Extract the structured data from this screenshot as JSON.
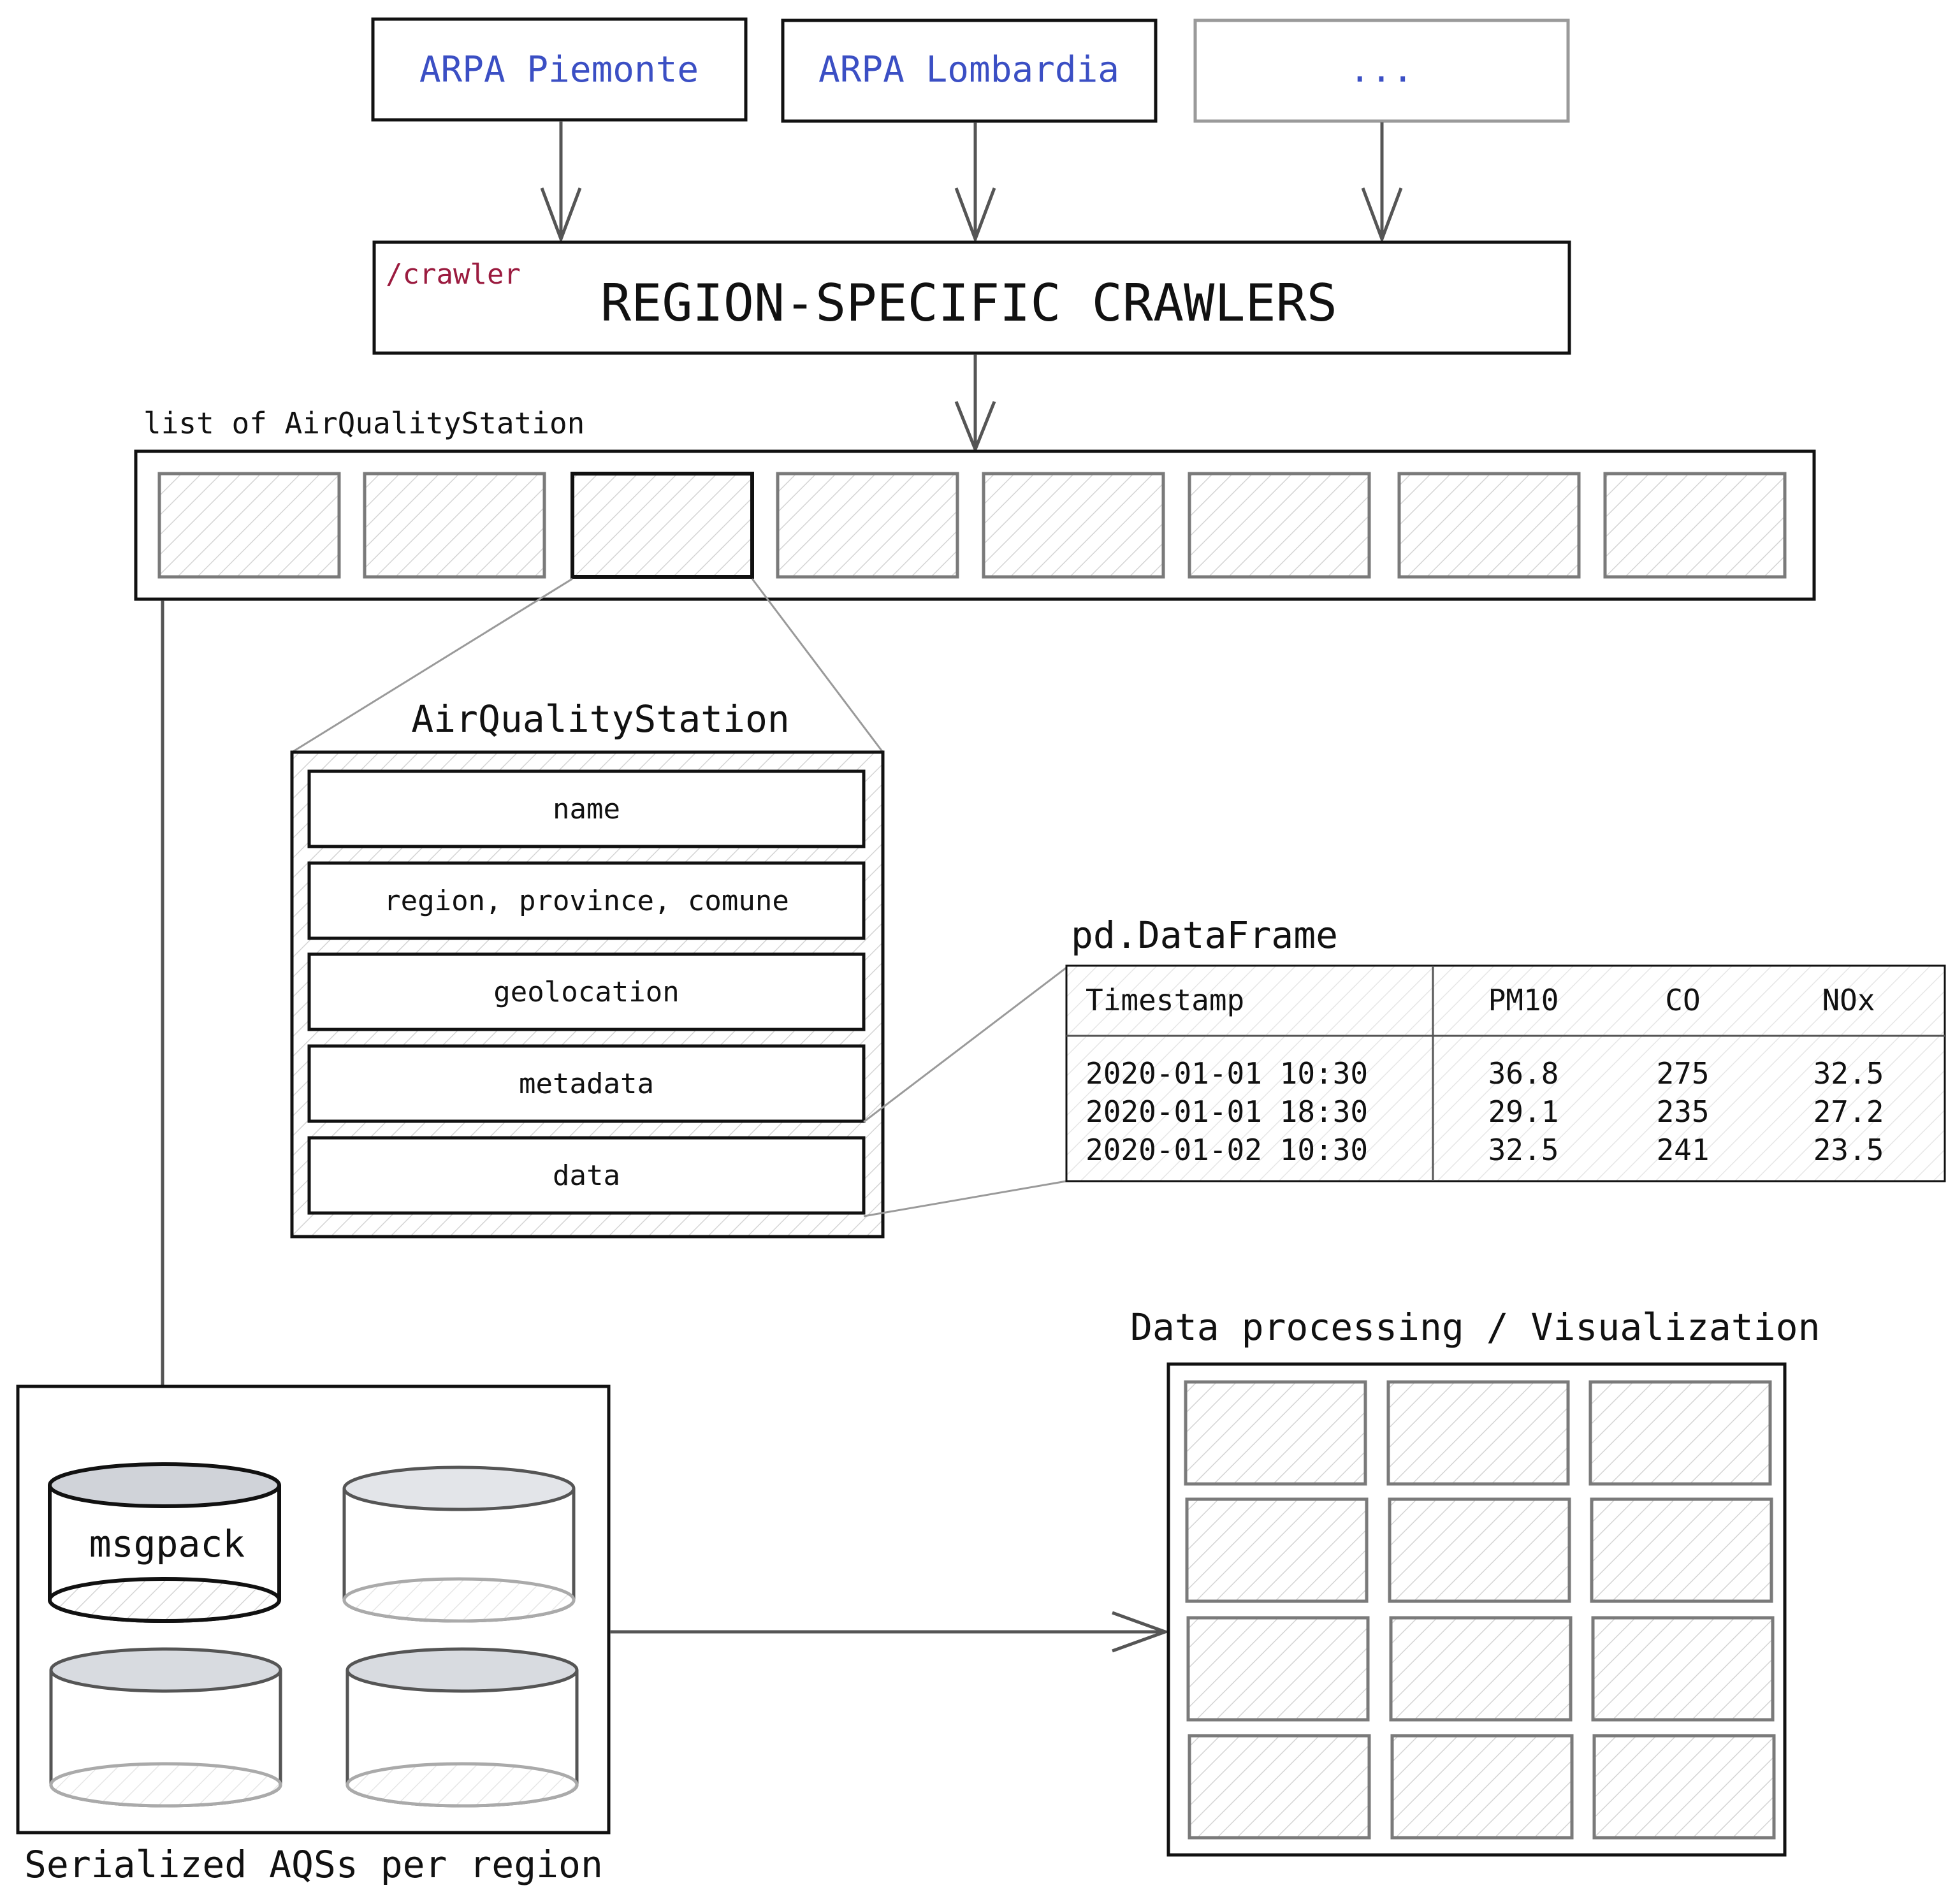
{
  "sources": [
    {
      "label": "ARPA Piemonte",
      "faded": false
    },
    {
      "label": "ARPA Lombardia",
      "faded": false
    },
    {
      "label": "...",
      "faded": true
    }
  ],
  "crawler": {
    "tag": "/crawler",
    "title": "REGION-SPECIFIC CRAWLERS"
  },
  "station_list": {
    "caption": "list of AirQualityStation",
    "count": 8,
    "highlighted_index": 2
  },
  "station": {
    "title": "AirQualityStation",
    "fields": [
      "name",
      "region, province, comune",
      "geolocation",
      "metadata",
      "data"
    ]
  },
  "dataframe": {
    "title": "pd.DataFrame",
    "columns": [
      "Timestamp",
      "PM10",
      "CO",
      "NOx"
    ],
    "rows": [
      [
        "2020-01-01 10:30",
        "36.8",
        "275",
        "32.5"
      ],
      [
        "2020-01-01 18:30",
        "29.1",
        "235",
        "27.2"
      ],
      [
        "2020-01-02 10:30",
        "32.5",
        "241",
        "23.5"
      ]
    ]
  },
  "storage": {
    "caption": "Serialized AQSs per region",
    "cylinder_label": "msgpack"
  },
  "processing": {
    "caption": "Data processing / Visualization",
    "grid_rows": 4,
    "grid_cols": 3
  },
  "colors": {
    "line": "#111111",
    "muted": "#7a7a7a",
    "arrow": "#555555",
    "source_text": "#3b4fc4",
    "crawler_tag": "#9b1b3f",
    "cylinder_top": "#d0d3d9"
  }
}
